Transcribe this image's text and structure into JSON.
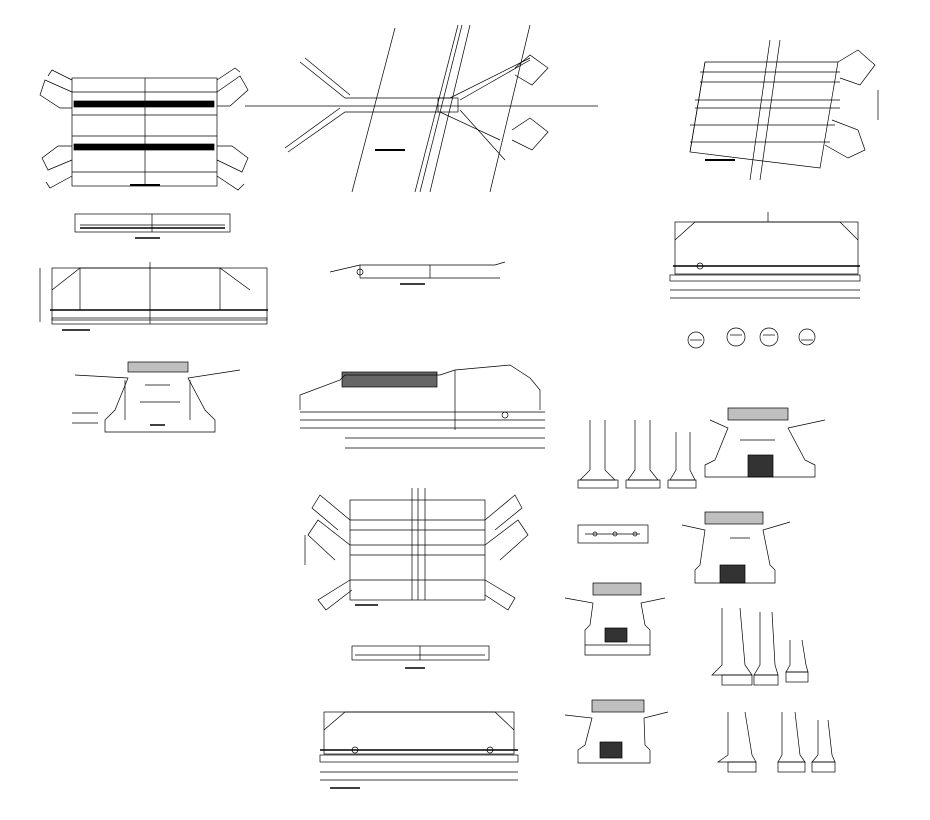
{
  "sheet": {
    "background": "#ffffff",
    "line_color": "#000000",
    "views": [
      {
        "id": "plan-view-1",
        "kind": "plan"
      },
      {
        "id": "site-plan",
        "kind": "site-plan"
      },
      {
        "id": "plan-view-2",
        "kind": "plan"
      },
      {
        "id": "long-section-1",
        "kind": "section"
      },
      {
        "id": "elevation-1",
        "kind": "elevation"
      },
      {
        "id": "long-section-2",
        "kind": "section"
      },
      {
        "id": "elevation-2",
        "kind": "elevation"
      },
      {
        "id": "detail-circles",
        "kind": "detail",
        "count": 4
      },
      {
        "id": "cross-section-1",
        "kind": "cross-section"
      },
      {
        "id": "profile-section",
        "kind": "section"
      },
      {
        "id": "abutment-details-1",
        "kind": "detail",
        "count": 3
      },
      {
        "id": "cross-section-2",
        "kind": "cross-section"
      },
      {
        "id": "plan-view-3",
        "kind": "plan"
      },
      {
        "id": "small-section",
        "kind": "section"
      },
      {
        "id": "cross-section-3",
        "kind": "cross-section"
      },
      {
        "id": "long-section-3",
        "kind": "section"
      },
      {
        "id": "cross-section-4",
        "kind": "cross-section"
      },
      {
        "id": "abutment-details-2",
        "kind": "detail",
        "count": 3
      },
      {
        "id": "elevation-3",
        "kind": "elevation"
      },
      {
        "id": "cross-section-5",
        "kind": "cross-section"
      },
      {
        "id": "abutment-details-3",
        "kind": "detail",
        "count": 3
      }
    ]
  }
}
